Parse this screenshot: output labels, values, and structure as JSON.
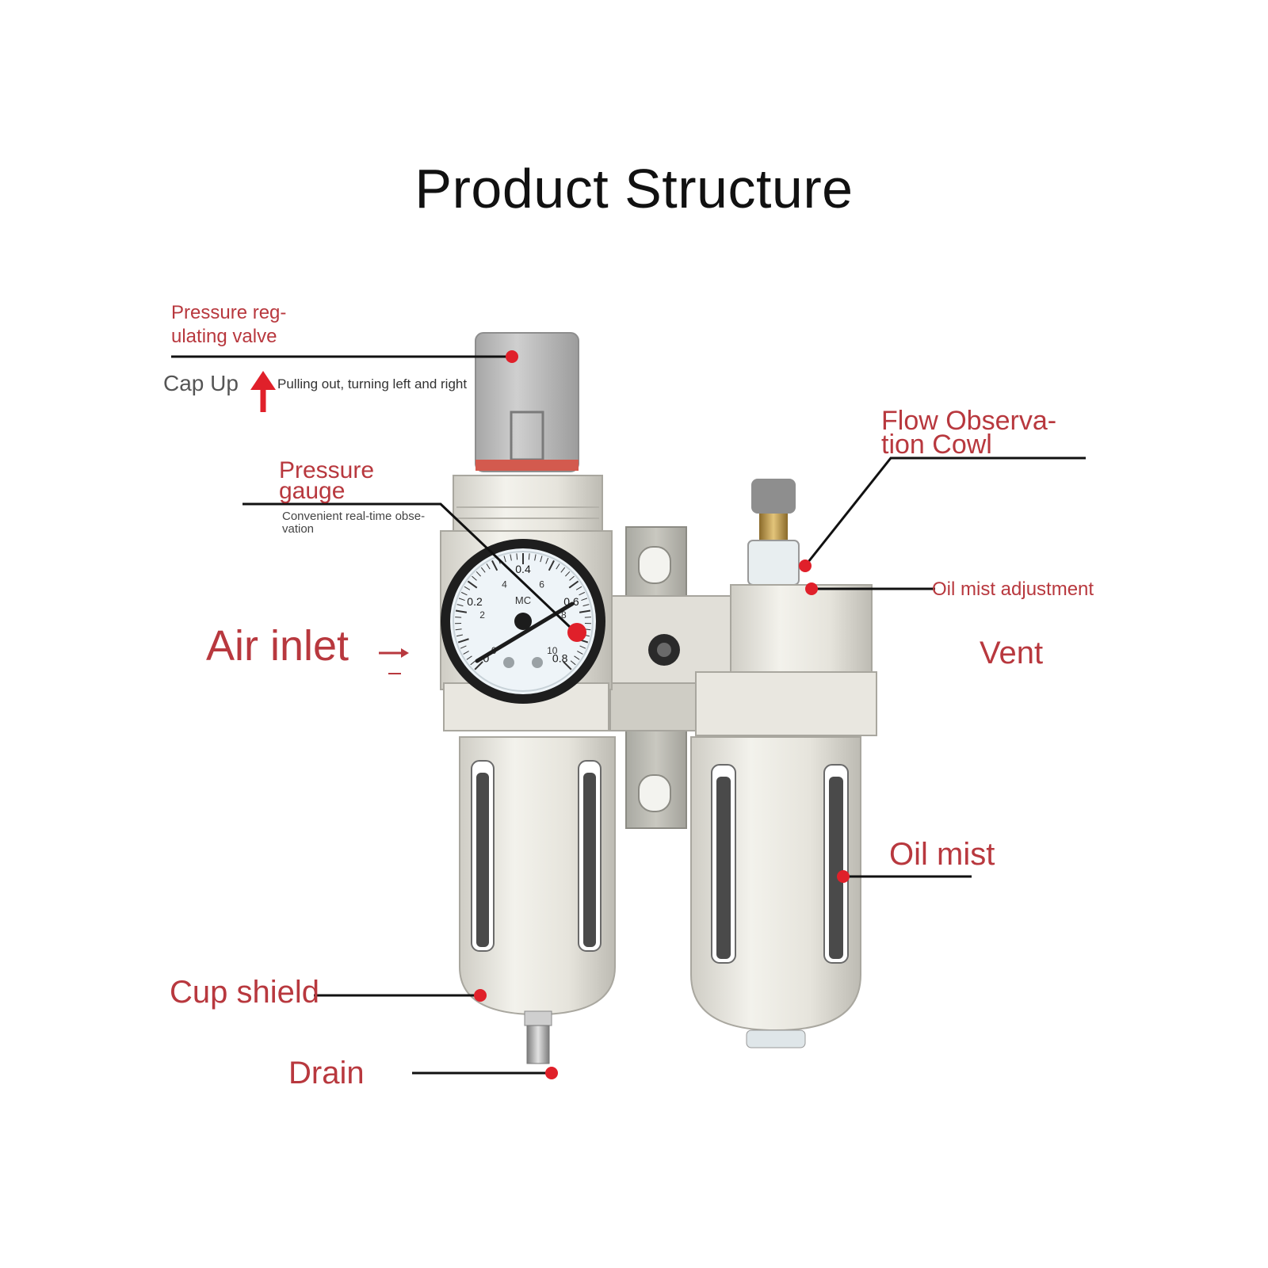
{
  "title": "Product Structure",
  "labels": {
    "pressure_valve": "Pressure reg-\nulating valve",
    "cap_up": "Cap Up",
    "cap_note": "Pulling out, turning left and right",
    "pressure_gauge": "Pressure\ngauge",
    "gauge_note": "Convenient real-time obse-\nvation",
    "air_inlet": "Air inlet",
    "flow_cowl": "Flow Observa-\ntion Cowl",
    "oil_mist_adjustment": "Oil mist adjustment",
    "vent": "Vent",
    "oil_mist": "Oil mist",
    "cup_shield": "Cup shield",
    "drain": "Drain"
  },
  "gauge": {
    "brand": "MC",
    "inner_scale": [
      "0",
      "2",
      "4",
      "6",
      "8",
      "10"
    ],
    "outer_scale": [
      "0",
      "0.2",
      "0.4",
      "0.6",
      "0.8"
    ]
  },
  "colors": {
    "label_red": "#b8383e",
    "marker_red": "#e0202a",
    "body_light": "#eceae3",
    "knob_grey": "#b9b9b9",
    "drain_orange": "#f05a28"
  },
  "icons": {
    "cap_up_arrow": "arrow-up-icon",
    "air_inlet_arrow": "arrow-right-icon"
  }
}
